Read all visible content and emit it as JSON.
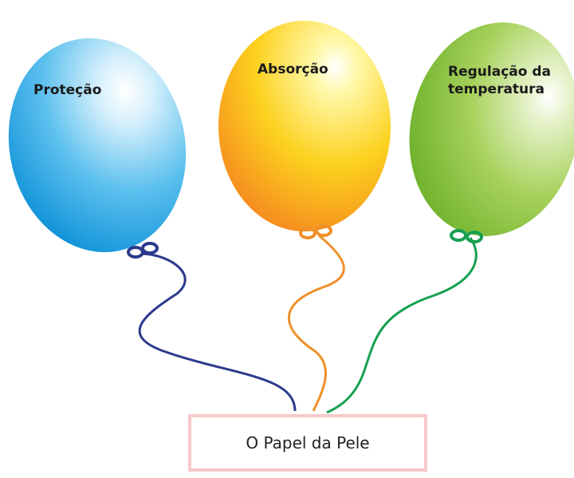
{
  "title": "O Papel da Pele",
  "balloons": [
    {
      "label": "Proteção",
      "color": "#1e9be0"
    },
    {
      "label": "Absorção",
      "color": "#f5a50a"
    },
    {
      "label": "Regulação da temperatura",
      "label_lines": [
        "Regulação da",
        "temperatura"
      ],
      "color": "#8cc63f"
    }
  ],
  "string_colors": [
    "#2c3a8c",
    "#f0902a",
    "#16a050"
  ]
}
